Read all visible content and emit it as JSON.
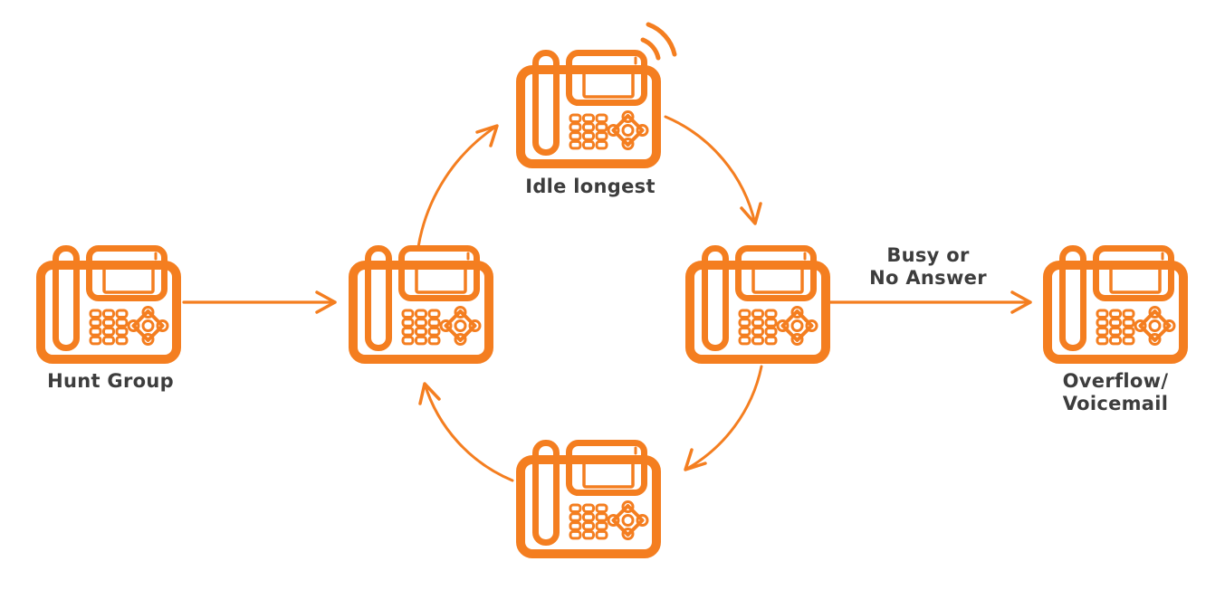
{
  "colors": {
    "accent": "#F47E20",
    "label": "#3D3D3D",
    "background": "#FFFFFF"
  },
  "nodes": {
    "hunt_group": {
      "label": "Hunt Group",
      "icon": "desk-phone-icon"
    },
    "member_left": {
      "label": "",
      "icon": "desk-phone-icon"
    },
    "member_top": {
      "label": "Idle longest",
      "icon": "desk-phone-icon",
      "ringing": true
    },
    "member_right": {
      "label": "",
      "icon": "desk-phone-icon"
    },
    "member_bottom": {
      "label": "",
      "icon": "desk-phone-icon"
    },
    "overflow": {
      "label_line1": "Overflow/",
      "label_line2": "Voicemail",
      "icon": "desk-phone-icon"
    }
  },
  "edges": {
    "inbound": {
      "from": "hunt_group",
      "to": "member_left",
      "label": ""
    },
    "ring_cycle": [
      "member_left -> member_top",
      "member_top -> member_right",
      "member_right -> member_bottom",
      "member_bottom -> member_left"
    ],
    "overflow": {
      "from": "member_right",
      "to": "overflow",
      "label_line1": "Busy or",
      "label_line2": "No Answer"
    }
  }
}
